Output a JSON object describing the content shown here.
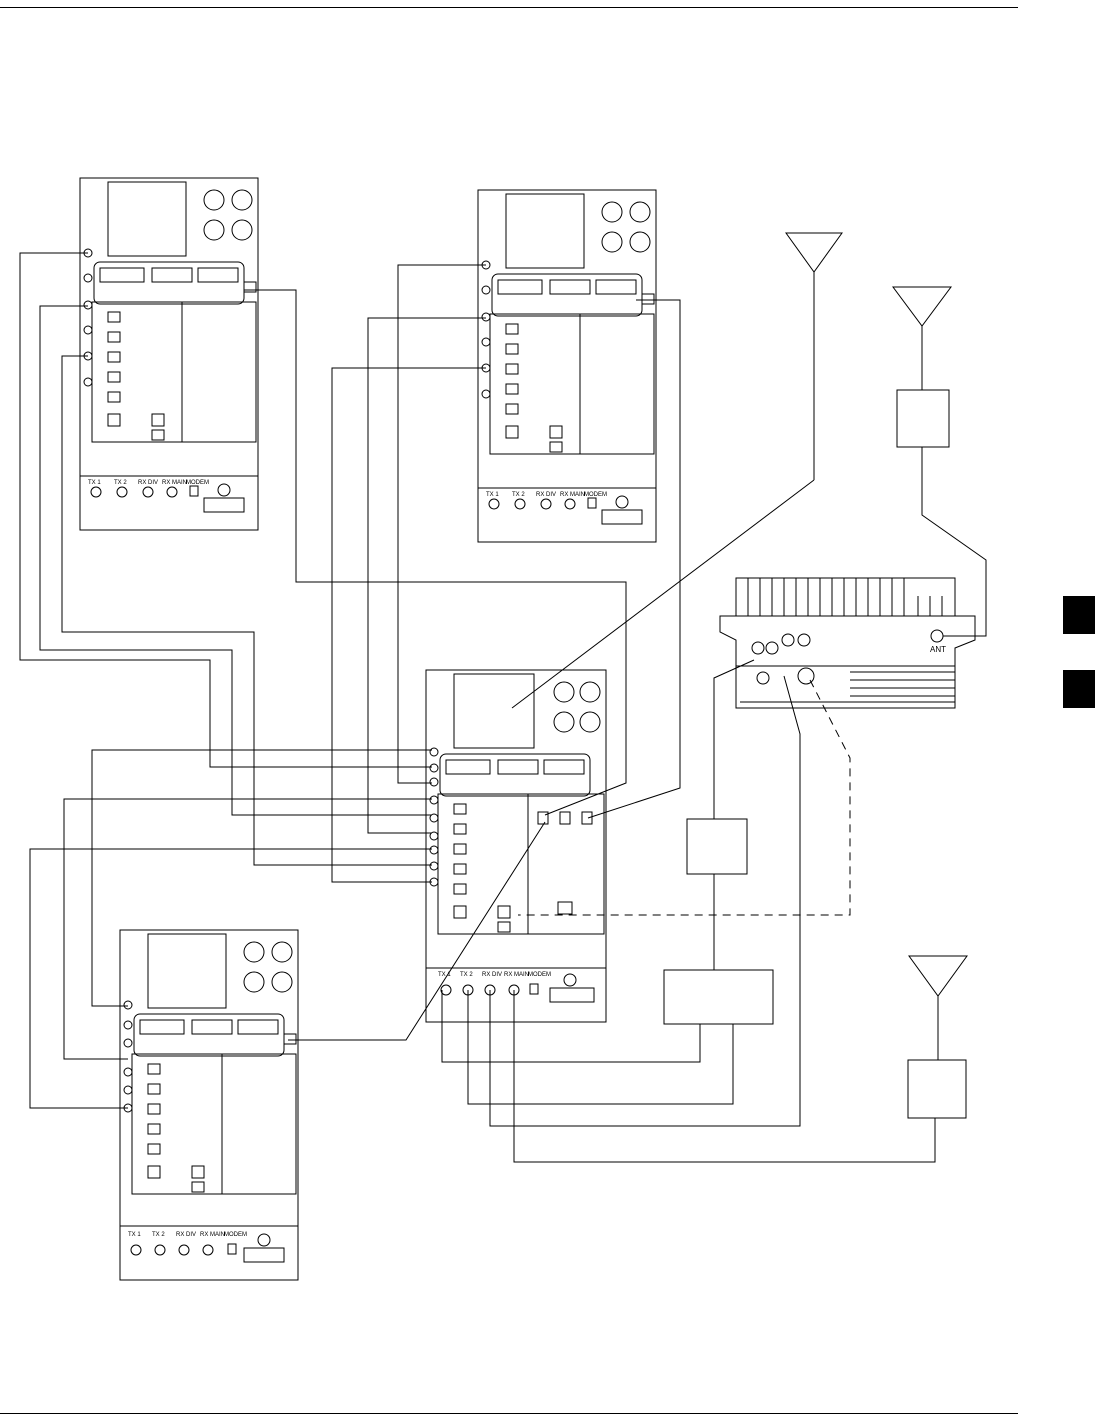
{
  "units": [
    {
      "id": "unit-top-left",
      "connectors": [
        "TX 1",
        "TX 2",
        "RX DIV",
        "RX MAIN",
        "MODEM"
      ]
    },
    {
      "id": "unit-top-right",
      "connectors": [
        "TX 1",
        "TX 2",
        "RX DIV",
        "RX MAIN",
        "MODEM"
      ]
    },
    {
      "id": "unit-center",
      "connectors": [
        "TX 1",
        "TX 2",
        "RX DIV",
        "RX MAIN",
        "MODEM"
      ]
    },
    {
      "id": "unit-bottom-left",
      "connectors": [
        "TX 1",
        "TX 2",
        "RX DIV",
        "RX MAIN",
        "MODEM"
      ]
    }
  ],
  "radio_unit": {
    "ant_label": "ANT"
  },
  "colors": {
    "line": "#000000",
    "panel": "#ffffff",
    "tab": "#000000"
  }
}
